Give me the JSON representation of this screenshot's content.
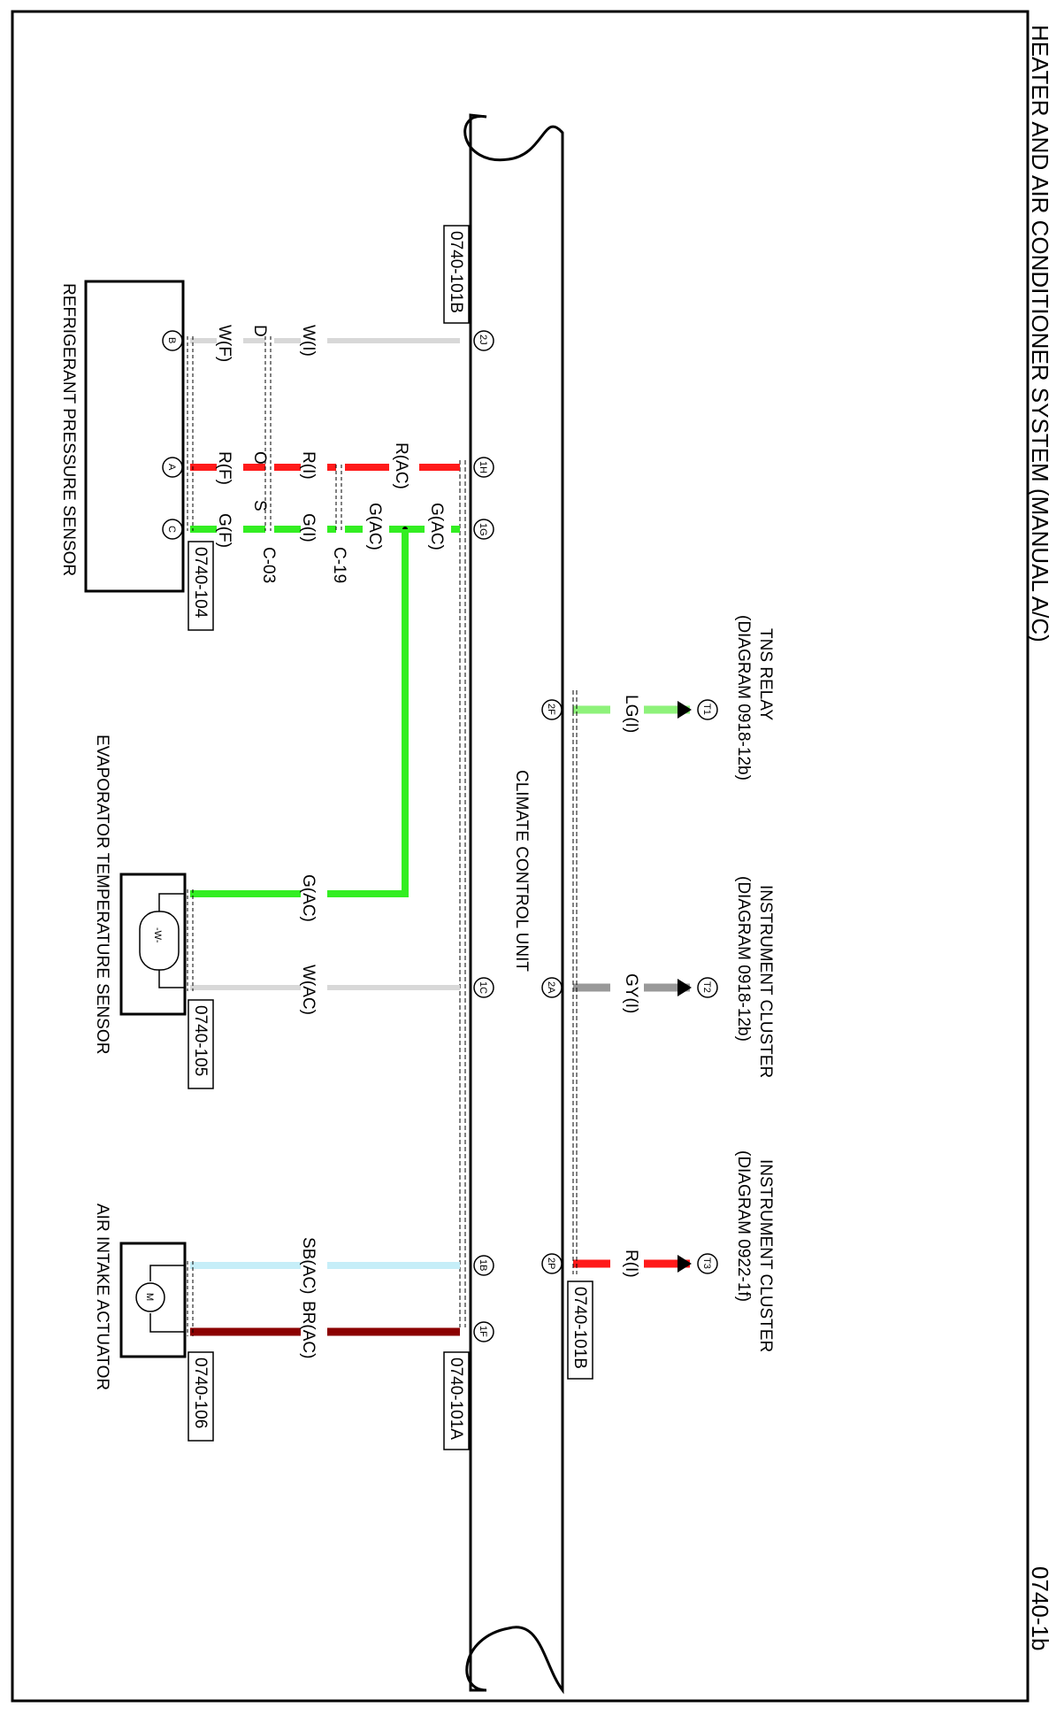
{
  "title": "HEATER AND AIR CONDITIONER SYSTEM (MANUAL A/C)",
  "page_code": "0740-1b",
  "control_unit": {
    "name": "CLIMATE CONTROL UNIT"
  },
  "destinations": [
    {
      "id": "T1",
      "wire": "LG(I)",
      "name": "TNS RELAY",
      "ref": "(DIAGRAM 0918-12b)"
    },
    {
      "id": "T2",
      "wire": "GY(I)",
      "name": "INSTRUMENT CLUSTER",
      "ref": "(DIAGRAM 0918-12b)"
    },
    {
      "id": "T3",
      "wire": "R(I)",
      "name": "INSTRUMENT CLUSTER",
      "ref": "(DIAGRAM 0922-1f)"
    }
  ],
  "ccu_pins_upper": [
    "2F",
    "2A",
    "2P"
  ],
  "ccu_pins_lower": [
    "2J",
    "1H",
    "1G",
    "1C",
    "1B",
    "1F"
  ],
  "connector_labels": {
    "ccu_b_top": "0740-101B",
    "ccu_b_right": "0740-101B",
    "ccu_a": "0740-101A",
    "refrigerant_sensor": "0740-104",
    "evaporator_sensor": "0740-105",
    "air_intake_actuator": "0740-106"
  },
  "components": {
    "refrigerant_sensor": {
      "name": "REFRIGERANT PRESSURE SENSOR",
      "pins": [
        "B",
        "A",
        "C"
      ]
    },
    "evaporator_sensor": {
      "name": "EVAPORATOR TEMPERATURE SENSOR",
      "symbol": "-W-"
    },
    "air_intake_actuator": {
      "name": "AIR INTAKE ACTUATOR",
      "symbol": "M"
    }
  },
  "wire_labels": {
    "w_i": "W(I)",
    "w_f": "W(F)",
    "d": "D",
    "r_ac": "R(AC)",
    "r_i": "R(I)",
    "r_f": "R(F)",
    "o": "O",
    "g_ac_1": "G(AC)",
    "g_ac_2": "G(AC)",
    "g_i": "G(I)",
    "g_f": "G(F)",
    "s": "S",
    "c19": "C-19",
    "c03": "C-03",
    "evap_g": "G(AC)",
    "evap_w": "W(AC)",
    "sb_ac": "SB(AC)",
    "br_ac": "BR(AC)"
  },
  "wire_colors": {
    "white": "#d8d8d8",
    "red": "#ff1a1a",
    "green": "#33ee22",
    "light_green": "#8ef27a",
    "gray": "#999999",
    "sky_blue": "#c6eef8",
    "brown": "#8b0000"
  }
}
